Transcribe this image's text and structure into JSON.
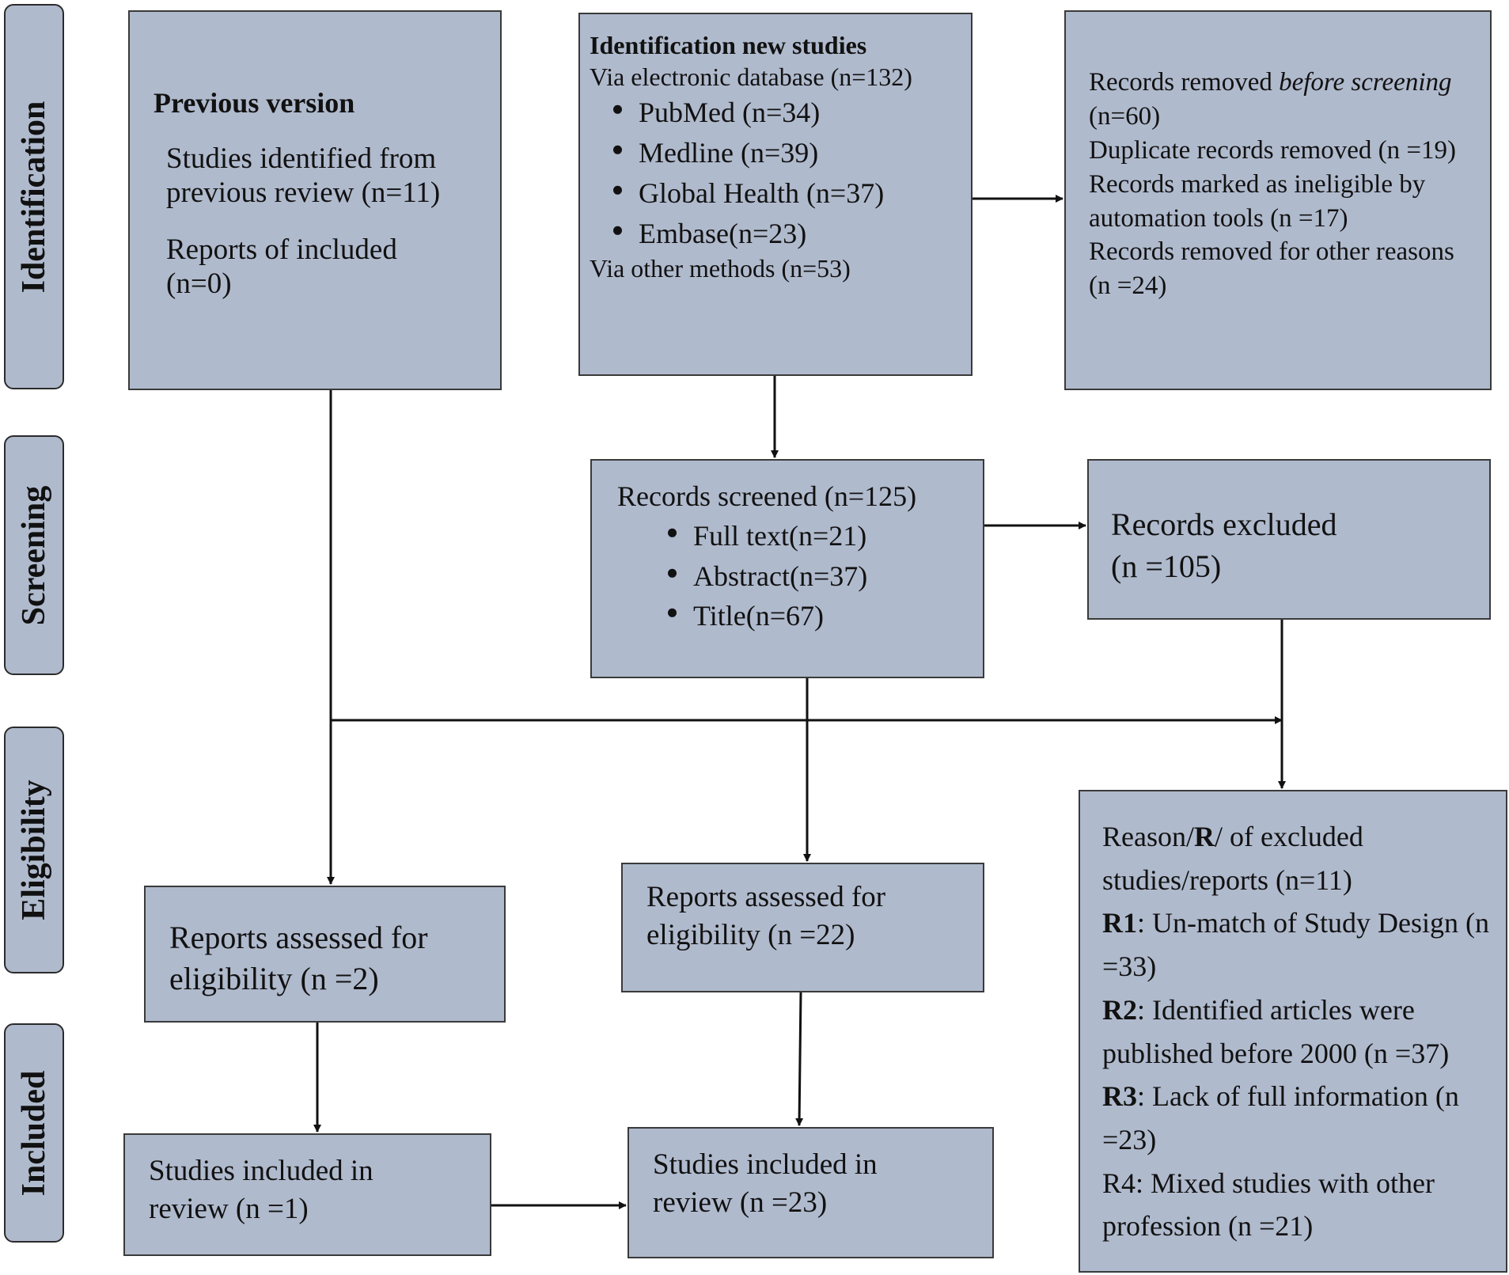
{
  "phases": {
    "identification": "Identification",
    "screening": "Screening",
    "eligibility": "Eligibility",
    "included": "Included"
  },
  "previous": {
    "heading": "Previous version",
    "studies": "Studies identified from previous review (n=11)",
    "reports": "Reports of included (n=0)"
  },
  "new_studies": {
    "heading": "Identification new studies",
    "via_db": "Via electronic database (n=132)",
    "databases": [
      "PubMed (n=34)",
      "Medline (n=39)",
      "Global Health (n=37)",
      "Embase(n=23)"
    ],
    "via_other": "Via other methods (n=53)"
  },
  "removed": {
    "line1_prefix": "Records removed ",
    "line1_italic": "before screening",
    "line1_suffix": " (n=60)",
    "duplicates": "Duplicate records removed (n =19)",
    "automation": "Records marked as ineligible by automation tools (n =17)",
    "other": "Records removed for other reasons (n =24)"
  },
  "screened": {
    "title": "Records screened (n=125)",
    "items": [
      "Full text(n=21)",
      "Abstract(n=37)",
      "Title(n=67)"
    ]
  },
  "excluded": {
    "label": "Records excluded",
    "count": "(n =105)"
  },
  "reasons": {
    "intro_a": "Reason/",
    "intro_r": "R",
    "intro_b": "/ of excluded studies/reports (n=11)",
    "items": [
      {
        "code": "R1",
        "text": ": Un-match of Study Design (n =33)",
        "bold": true
      },
      {
        "code": "R2",
        "text": ": Identified articles were published before 2000  (n =37)",
        "bold": true
      },
      {
        "code": "R3",
        "text": ": Lack of full information (n =23)",
        "bold": true
      },
      {
        "code": "R4",
        "text": ": Mixed studies with other profession (n =21)",
        "bold": false
      }
    ]
  },
  "assessed_previous": "Reports assessed for eligibility (n =2)",
  "assessed_new": "Reports assessed for eligibility (n =22)",
  "included_previous": "Studies included in review (n =1)",
  "included_total": "Studies included in review (n =23)"
}
